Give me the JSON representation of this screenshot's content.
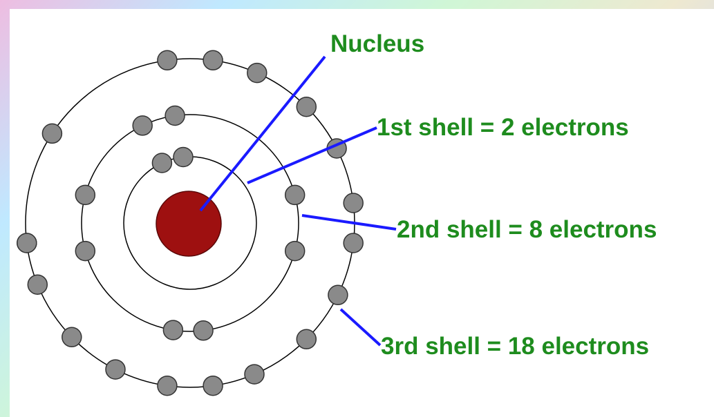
{
  "labels": {
    "nucleus": "Nucleus",
    "shell1": "1st shell = 2 electrons",
    "shell2": "2nd shell = 8 electrons",
    "shell3": "3rd shell = 18 electrons"
  },
  "shells": [
    {
      "name": "1st shell",
      "electrons": 2
    },
    {
      "name": "2nd shell",
      "electrons": 8
    },
    {
      "name": "3rd shell",
      "electrons": 18
    }
  ],
  "colors": {
    "label_text": "#1e8c1e",
    "pointer_line": "#1a1aff",
    "nucleus_fill": "#9e1010",
    "electron_fill": "#8a8a8a",
    "orbit_stroke": "#000000"
  }
}
